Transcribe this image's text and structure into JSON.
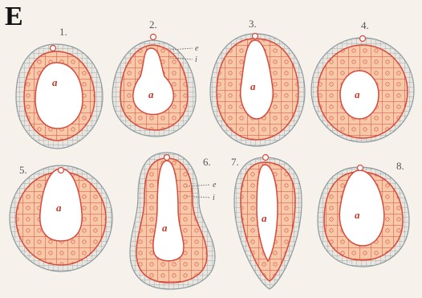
{
  "panel_label": "E",
  "figures": [
    {
      "number": "1.",
      "cavity_label": "a"
    },
    {
      "number": "2.",
      "cavity_label": "a",
      "layer_marks": [
        "e",
        "i"
      ]
    },
    {
      "number": "3.",
      "cavity_label": "a"
    },
    {
      "number": "4.",
      "cavity_label": "a"
    },
    {
      "number": "5.",
      "cavity_label": "a"
    },
    {
      "number": "6.",
      "cavity_label": "a",
      "layer_marks": [
        "e",
        "i"
      ]
    },
    {
      "number": "7.",
      "cavity_label": "a"
    },
    {
      "number": "8.",
      "cavity_label": "a"
    }
  ],
  "colors": {
    "inner_layer": "#d9483b",
    "inner_fill": "#f7c9a8",
    "outer_layer": "#8c9aa0",
    "outer_fill": "#e9e6df",
    "background": "#f6f1ea"
  }
}
